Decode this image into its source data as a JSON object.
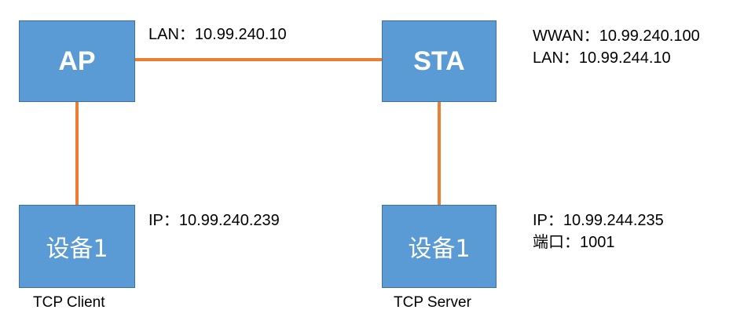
{
  "nodes": {
    "ap": {
      "label": "AP"
    },
    "sta": {
      "label": "STA"
    },
    "client": {
      "label": "设备1",
      "caption": "TCP Client"
    },
    "server": {
      "label": "设备1",
      "caption": "TCP Server"
    }
  },
  "annotations": {
    "ap_lan": "LAN：10.99.240.10",
    "sta_wwan": "WWAN：10.99.240.100",
    "sta_lan": "LAN：10.99.244.10",
    "client_ip": "IP：10.99.240.239",
    "server_ip": "IP：10.99.244.235",
    "server_port": "端口：1001"
  },
  "colors": {
    "node_fill": "#5B9BD5",
    "node_border": "#41719C",
    "link": "#ED7D31"
  }
}
